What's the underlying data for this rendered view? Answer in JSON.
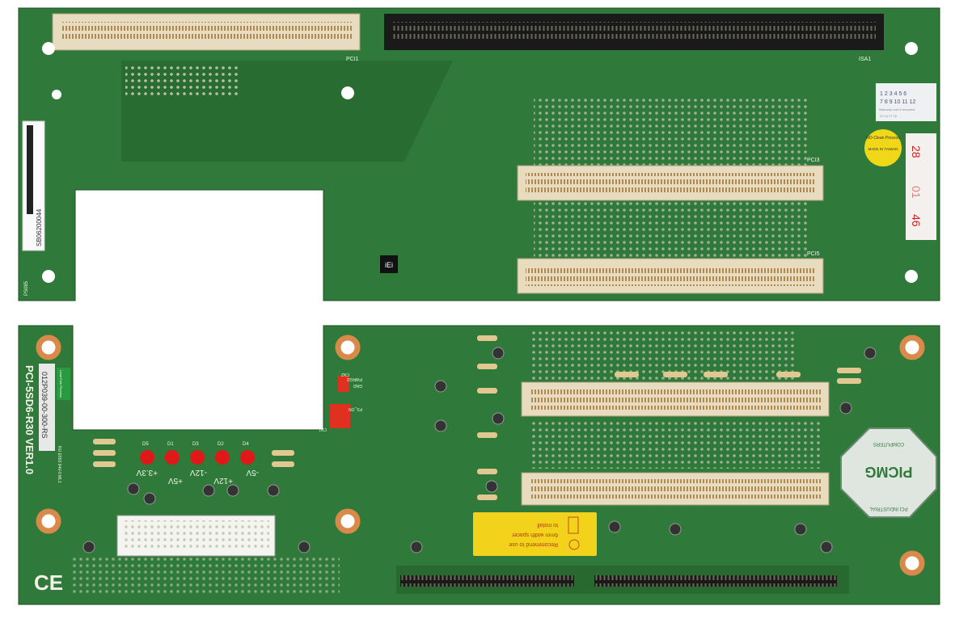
{
  "colors": {
    "pcb_green": "#2f7a3a",
    "pcb_dark": "#1f5a28",
    "pci_slot": "#e8dcc0",
    "isa_slot": "#1a1a1a",
    "copper_ring": "#d98a4a",
    "led_red": "#e01818",
    "label_yellow": "#f2d21a",
    "connector_red": "#e03020"
  },
  "top_board": {
    "slot_labels": [
      "PCI1",
      "ISA1",
      "PCI3",
      "PCI5"
    ],
    "barcode_text": "SB06200044",
    "corner_label": "PS085",
    "logo": "iEi",
    "warranty_sticker": {
      "numbers": [
        "1",
        "2",
        "3",
        "4",
        "5",
        "6",
        "7",
        "8",
        "9",
        "10",
        "11",
        "12"
      ],
      "text": "Warranty void if removed",
      "years": "05 06 07 08"
    },
    "round_sticker": {
      "text": "NO-Clean Process",
      "center": "MADE IN TAIWAN"
    },
    "date_sticker": {
      "values": [
        "28",
        "01",
        "46"
      ]
    }
  },
  "bottom_board": {
    "model": "PCI-5SD6-R30 VER1.0",
    "part_label": "012P039-00-300-RS",
    "lead_free": "Lead Free Process",
    "ul_mark": "RU E553 94V-0 ML1",
    "voltage_labels": [
      "+3.3V",
      "+5V",
      "-12V",
      "+12V",
      "-5V"
    ],
    "led_labels": [
      "D5",
      "D1",
      "D3",
      "D2",
      "D4"
    ],
    "connector_labels": [
      "CN1",
      "CN2",
      "PWRGD",
      "GND",
      "PS_ON"
    ],
    "spacer_label": [
      "Recommend to use",
      "6mm width spacer",
      "to install"
    ],
    "picmg_logo": {
      "main": "PICMG",
      "top": "COMPUTERS",
      "bottom": "PCI INDUSTRIAL"
    },
    "ce_mark": "CE"
  }
}
